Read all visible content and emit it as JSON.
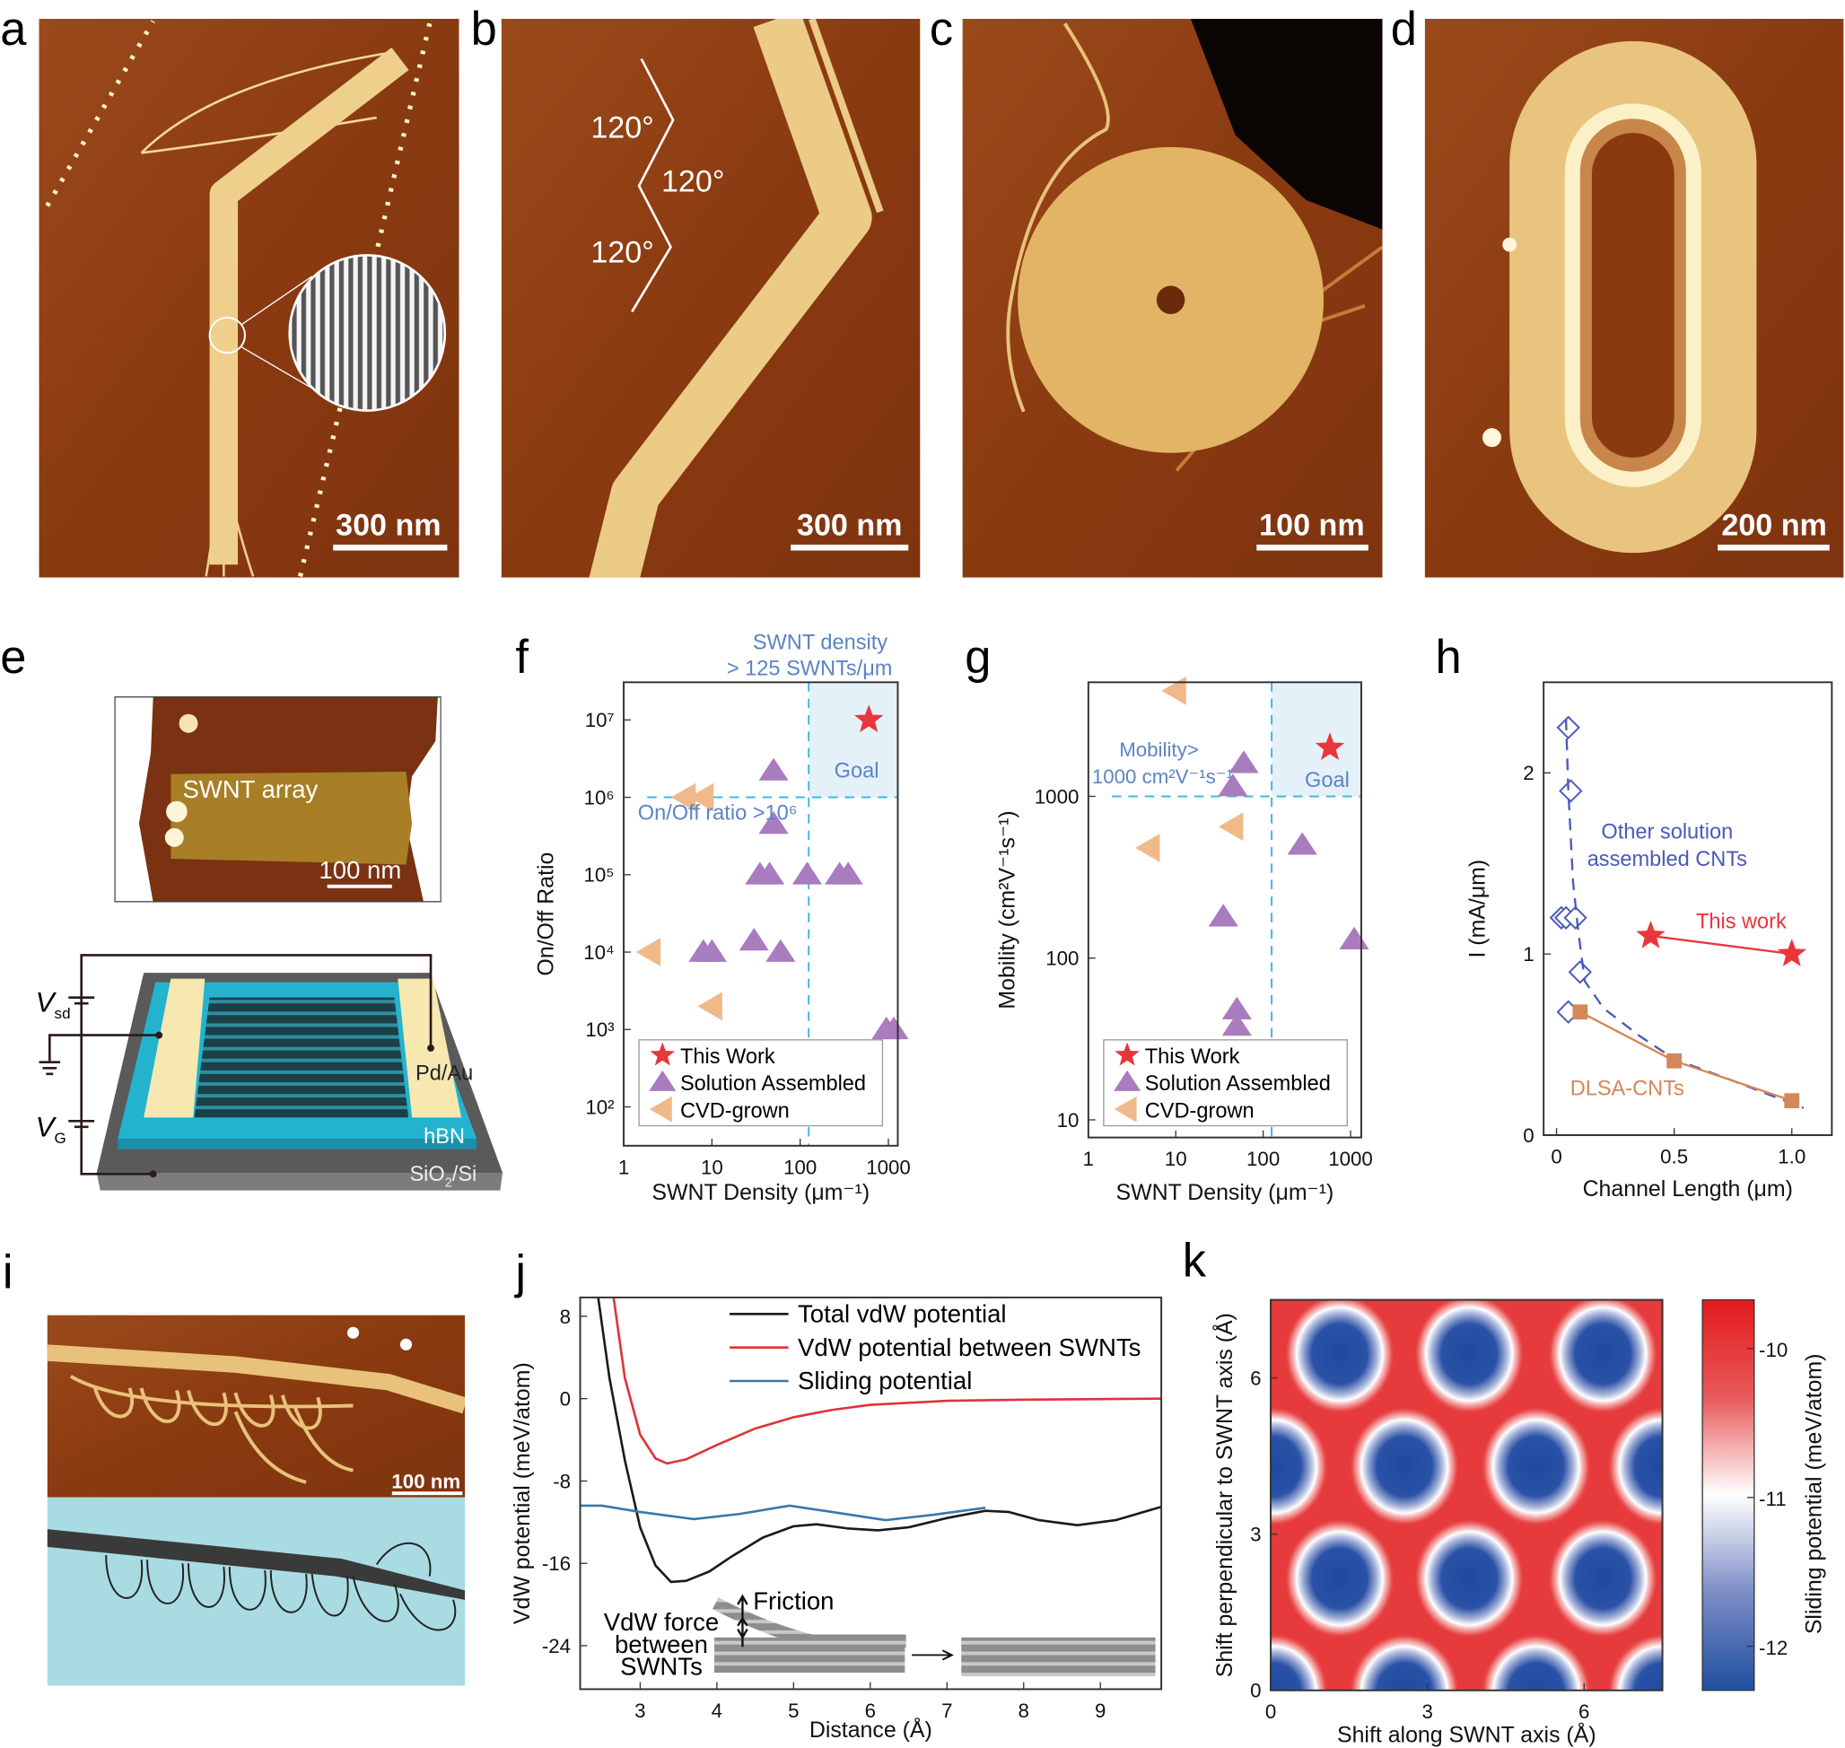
{
  "figure": {
    "panel_labels": {
      "a": "a",
      "b": "b",
      "c": "c",
      "d": "d",
      "e": "e",
      "f": "f",
      "g": "g",
      "h": "h",
      "i": "i",
      "j": "j",
      "k": "k"
    },
    "a": {
      "scale_bar": "300 nm"
    },
    "b": {
      "scale_bar": "300 nm",
      "angles": [
        "120°",
        "120°",
        "120°"
      ]
    },
    "c": {
      "scale_bar": "100 nm"
    },
    "d": {
      "scale_bar": "200 nm"
    },
    "e": {
      "afm_label": "SWNT array",
      "scale_bar": "100 nm",
      "vsd": "V",
      "vsd_sub": "sd",
      "vg": "V",
      "vg_sub": "G",
      "electrode": "Pd/Au",
      "dielectric": "hBN",
      "substrate": "SiO",
      "substrate_sub": "2",
      "substrate_rest": "/Si"
    },
    "i": {
      "scale_bar": "100 nm"
    },
    "j_inset": {
      "friction": "Friction",
      "vdw": [
        "VdW force",
        "between",
        "SWNTs"
      ]
    }
  },
  "chart_data": [
    {
      "id": "f",
      "type": "scatter",
      "title": "",
      "xlabel": "SWNT Density (μm⁻¹)",
      "ylabel": "On/Off Ratio",
      "xscale": "log",
      "yscale": "log",
      "xlim": [
        1,
        1300
      ],
      "ylim": [
        30,
        30000000
      ],
      "xticks": {
        "values": [
          1,
          10,
          100,
          1000
        ],
        "labels": [
          "1",
          "10",
          "100",
          "1000"
        ]
      },
      "yticks": {
        "values": [
          100,
          1000,
          10000,
          100000,
          1000000,
          10000000
        ],
        "labels": [
          "10²",
          "10³",
          "10⁴",
          "10⁵",
          "10⁶",
          "10⁷"
        ]
      },
      "thresholds": {
        "x": 125,
        "y": 1000000
      },
      "annotations": {
        "density": [
          "SWNT density",
          "> 125 SWNTs/μm"
        ],
        "threshold": "On/Off ratio >10⁶",
        "goal": "Goal"
      },
      "legend": {
        "position": "bottom",
        "entries": [
          "This Work",
          "Solution Assembled",
          "CVD-grown"
        ]
      },
      "series": [
        {
          "name": "This Work",
          "marker": "star",
          "color": "#e8363c",
          "points": [
            [
              600,
              10000000
            ]
          ]
        },
        {
          "name": "Solution Assembled",
          "marker": "tri-up",
          "color": "#a97bbf",
          "points": [
            [
              50,
              2200000
            ],
            [
              50,
              450000
            ],
            [
              35,
              100000
            ],
            [
              45,
              100000
            ],
            [
              120,
              100000
            ],
            [
              280,
              100000
            ],
            [
              350,
              100000
            ],
            [
              8,
              10000
            ],
            [
              10,
              10000
            ],
            [
              30,
              14000
            ],
            [
              60,
              10000
            ],
            [
              950,
              1000
            ],
            [
              1150,
              1000
            ]
          ]
        },
        {
          "name": "CVD-grown",
          "marker": "tri-left",
          "color": "#f0b98a",
          "points": [
            [
              5,
              1000000
            ],
            [
              8,
              1000000
            ],
            [
              2,
              10000
            ],
            [
              10,
              2000
            ]
          ]
        }
      ]
    },
    {
      "id": "g",
      "type": "scatter",
      "title": "",
      "xlabel": "SWNT Density (μm⁻¹)",
      "ylabel": "Mobility (cm²V⁻¹s⁻¹)",
      "xscale": "log",
      "yscale": "log",
      "xlim": [
        1,
        1300
      ],
      "ylim": [
        8,
        5000
      ],
      "xticks": {
        "values": [
          1,
          10,
          100,
          1000
        ],
        "labels": [
          "1",
          "10",
          "100",
          "1000"
        ]
      },
      "yticks": {
        "values": [
          10,
          100,
          1000
        ],
        "labels": [
          "10",
          "100",
          "1000"
        ]
      },
      "thresholds": {
        "x": 125,
        "y": 1000
      },
      "annotations": {
        "threshold": [
          "Mobility>",
          "1000 cm²V⁻¹s⁻¹"
        ],
        "goal": "Goal"
      },
      "legend": {
        "position": "bottom",
        "entries": [
          "This Work",
          "Solution Assembled",
          "CVD-grown"
        ]
      },
      "series": [
        {
          "name": "This Work",
          "marker": "star",
          "color": "#e8363c",
          "points": [
            [
              580,
              2000
            ]
          ]
        },
        {
          "name": "Solution Assembled",
          "marker": "tri-up",
          "color": "#a97bbf",
          "points": [
            [
              60,
              1600
            ],
            [
              45,
              1150
            ],
            [
              280,
              500
            ],
            [
              35,
              180
            ],
            [
              1100,
              130
            ],
            [
              50,
              48
            ],
            [
              50,
              38
            ]
          ]
        },
        {
          "name": "CVD-grown",
          "marker": "tri-left",
          "color": "#f0b98a",
          "points": [
            [
              10,
              4500
            ],
            [
              45,
              650
            ],
            [
              5,
              480
            ]
          ]
        }
      ]
    },
    {
      "id": "h",
      "type": "line",
      "title": "",
      "xlabel": "Channel Length (μm)",
      "ylabel": "I (mA/μm)",
      "xlim": [
        -0.05,
        1.17
      ],
      "ylim": [
        0,
        2.5
      ],
      "xticks": {
        "values": [
          0,
          0.5,
          1.0
        ],
        "labels": [
          "0",
          "0.5",
          "1.0"
        ]
      },
      "yticks": {
        "values": [
          0,
          1,
          2
        ],
        "labels": [
          "0",
          "1",
          "2"
        ]
      },
      "annotations": {
        "other": [
          "Other solution",
          "assembled CNTs"
        ],
        "this": "This work",
        "dlsa": "DLSA-CNTs"
      },
      "series": [
        {
          "name": "Other solution assembled CNTs",
          "marker": "diamond",
          "color": "#4a5bb8",
          "line": "none",
          "points": [
            [
              0.05,
              2.25
            ],
            [
              0.06,
              1.9
            ],
            [
              0.02,
              1.2
            ],
            [
              0.04,
              1.2
            ],
            [
              0.08,
              1.2
            ],
            [
              0.1,
              0.9
            ],
            [
              0.05,
              0.68
            ]
          ]
        },
        {
          "name": "Other solution trend",
          "marker": "none",
          "color": "#4a5bb8",
          "line": "dashed",
          "points": [
            [
              0.04,
              2.3
            ],
            [
              0.05,
              1.9
            ],
            [
              0.07,
              1.4
            ],
            [
              0.09,
              1.15
            ],
            [
              0.12,
              0.85
            ],
            [
              0.2,
              0.7
            ],
            [
              0.35,
              0.55
            ],
            [
              0.5,
              0.42
            ],
            [
              0.75,
              0.3
            ],
            [
              1.05,
              0.15
            ]
          ]
        },
        {
          "name": "DLSA-CNTs",
          "marker": "square",
          "color": "#d4875a",
          "line": "solid",
          "points": [
            [
              0.1,
              0.68
            ],
            [
              0.5,
              0.41
            ],
            [
              1.0,
              0.19
            ]
          ]
        },
        {
          "name": "This work",
          "marker": "star",
          "color": "#e8363c",
          "line": "solid",
          "points": [
            [
              0.4,
              1.1
            ],
            [
              1.0,
              1.0
            ]
          ]
        }
      ]
    },
    {
      "id": "j",
      "type": "line",
      "title": "",
      "xlabel": "Distance (Å)",
      "ylabel": "VdW potential (meV/atom)",
      "xlim": [
        2.22,
        9.8
      ],
      "ylim": [
        -28.3,
        9.7
      ],
      "xticks": {
        "values": [
          3,
          4,
          5,
          6,
          7,
          8,
          9
        ],
        "labels": [
          "3",
          "4",
          "5",
          "6",
          "7",
          "8",
          "9"
        ]
      },
      "yticks": {
        "values": [
          8,
          0,
          -8,
          -16,
          -24
        ],
        "labels": [
          "8",
          "0",
          "-8",
          "-16",
          "-24"
        ]
      },
      "legend": {
        "position": "top-right",
        "entries": [
          "Total vdW potential",
          "VdW potential between SWNTs",
          "Sliding potential"
        ]
      },
      "series": [
        {
          "name": "Total vdW potential",
          "color": "#1a1a1a",
          "points": [
            [
              2.45,
              10
            ],
            [
              2.6,
              2
            ],
            [
              2.8,
              -6
            ],
            [
              3.0,
              -12.5
            ],
            [
              3.2,
              -16.2
            ],
            [
              3.4,
              -17.8
            ],
            [
              3.6,
              -17.7
            ],
            [
              3.9,
              -16.8
            ],
            [
              4.2,
              -15.3
            ],
            [
              4.6,
              -13.5
            ],
            [
              5.0,
              -12.4
            ],
            [
              5.3,
              -12.2
            ],
            [
              5.7,
              -12.6
            ],
            [
              6.1,
              -12.8
            ],
            [
              6.5,
              -12.5
            ],
            [
              7.0,
              -11.6
            ],
            [
              7.5,
              -10.9
            ],
            [
              7.8,
              -11.0
            ],
            [
              8.2,
              -11.8
            ],
            [
              8.7,
              -12.3
            ],
            [
              9.2,
              -11.8
            ],
            [
              9.8,
              -10.5
            ]
          ]
        },
        {
          "name": "VdW potential between SWNTs",
          "color": "#e0323a",
          "points": [
            [
              2.65,
              10
            ],
            [
              2.8,
              2
            ],
            [
              3.0,
              -3.5
            ],
            [
              3.2,
              -5.8
            ],
            [
              3.35,
              -6.3
            ],
            [
              3.6,
              -5.9
            ],
            [
              4.0,
              -4.5
            ],
            [
              4.5,
              -2.9
            ],
            [
              5.0,
              -1.8
            ],
            [
              5.5,
              -1.1
            ],
            [
              6.0,
              -0.6
            ],
            [
              7.0,
              -0.2
            ],
            [
              8.0,
              -0.1
            ],
            [
              9.8,
              0
            ]
          ]
        },
        {
          "name": "Sliding potential",
          "color": "#3a78a8",
          "points": [
            [
              2.22,
              -10.4
            ],
            [
              2.5,
              -10.4
            ],
            [
              3.0,
              -11.0
            ],
            [
              3.7,
              -11.7
            ],
            [
              4.3,
              -11.2
            ],
            [
              4.95,
              -10.4
            ],
            [
              5.5,
              -11.0
            ],
            [
              6.2,
              -11.8
            ],
            [
              6.8,
              -11.3
            ],
            [
              7.5,
              -10.6
            ]
          ]
        }
      ]
    },
    {
      "id": "k",
      "type": "heatmap",
      "title": "",
      "xlabel": "Shift along SWNT axis (Å)",
      "ylabel": "Shift perpendicular to SWNT axis (Å)",
      "colorbar_label": "Sliding potential (meV/atom)",
      "xlim": [
        0,
        7.5
      ],
      "ylim": [
        0,
        7.5
      ],
      "zlim": [
        -12.3,
        -9.7
      ],
      "xticks": {
        "values": [
          0,
          3,
          6
        ],
        "labels": [
          "0",
          "3",
          "6"
        ]
      },
      "yticks": {
        "values": [
          0,
          3,
          6
        ],
        "labels": [
          "0",
          "3",
          "6"
        ]
      },
      "cticks": {
        "values": [
          -10,
          -11,
          -12
        ],
        "labels": [
          "-10",
          "-11",
          "-12"
        ]
      },
      "colors": {
        "high": "#e31a1c",
        "mid": "#ffffff",
        "low": "#1f4e9f"
      },
      "minima": [
        [
          1.32,
          6.46
        ],
        [
          3.8,
          6.46
        ],
        [
          6.36,
          6.46
        ],
        [
          0.05,
          4.3
        ],
        [
          2.56,
          4.3
        ],
        [
          5.08,
          4.3
        ],
        [
          7.5,
          4.3
        ],
        [
          1.32,
          2.15
        ],
        [
          3.8,
          2.15
        ],
        [
          6.36,
          2.15
        ],
        [
          0.05,
          -0.05
        ],
        [
          2.56,
          -0.05
        ],
        [
          5.08,
          -0.05
        ],
        [
          7.5,
          -0.05
        ]
      ],
      "minimum_value": -12.3,
      "maximum_value": -9.7
    }
  ]
}
